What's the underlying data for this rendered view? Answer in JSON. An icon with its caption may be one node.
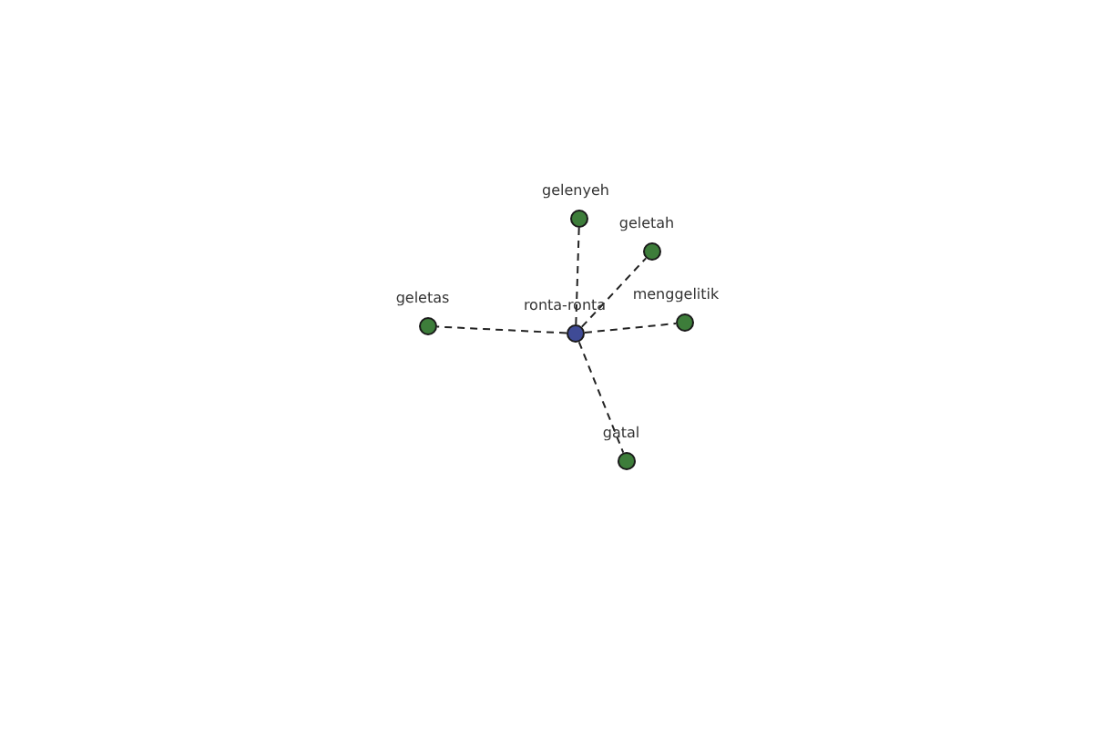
{
  "diagram": {
    "nodes": [
      {
        "text": [],
        "shape": "circle",
        "beside": [
          "gelenyeh"
        ]
      },
      {
        "text": [],
        "shape": "circle",
        "beside": [
          "geletah"
        ]
      },
      {
        "text": [],
        "shape": "circle",
        "beside": [
          "geletas"
        ]
      },
      {
        "text": [],
        "shape": "circle",
        "beside": [
          "ronta-ronta"
        ]
      },
      {
        "text": [],
        "shape": "circle",
        "beside": [
          "menggelitik"
        ]
      },
      {
        "text": [],
        "shape": "circle",
        "beside": [
          "gatal"
        ]
      }
    ],
    "edges": [
      {
        "from": 3,
        "to": 0,
        "arrow": "none",
        "style": "dashed"
      },
      {
        "from": 3,
        "to": 1,
        "arrow": "none",
        "style": "dashed"
      },
      {
        "from": 3,
        "to": 2,
        "arrow": "none",
        "style": "dashed"
      },
      {
        "from": 3,
        "to": 4,
        "arrow": "none",
        "style": "dashed"
      },
      {
        "from": 3,
        "to": 5,
        "arrow": "none",
        "style": "dashed"
      }
    ]
  }
}
